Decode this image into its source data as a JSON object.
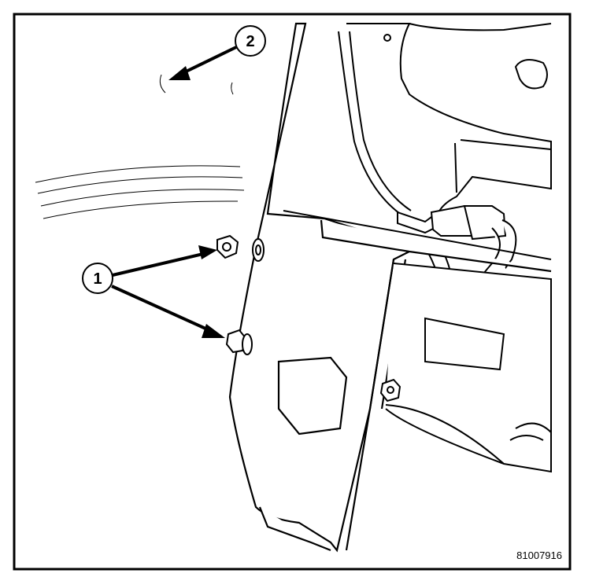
{
  "figure": {
    "id": "81007916",
    "callouts": [
      {
        "label": "1"
      },
      {
        "label": "2"
      }
    ]
  }
}
